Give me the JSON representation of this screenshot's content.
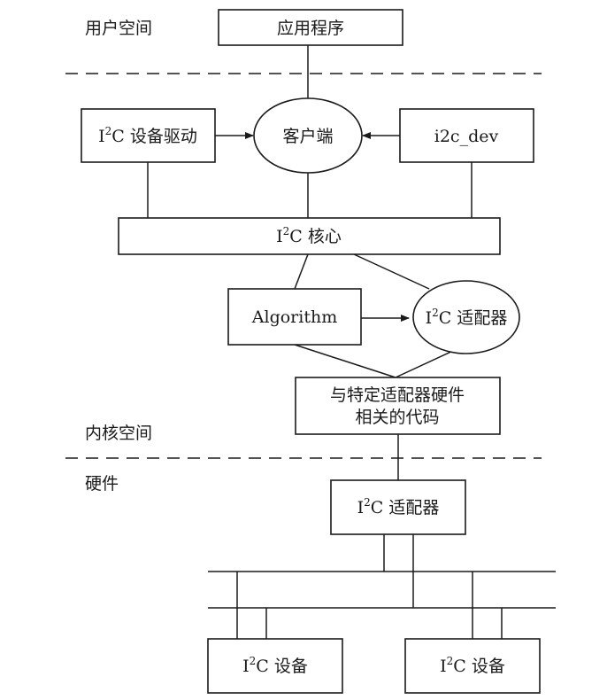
{
  "zones": {
    "user_space": "用户空间",
    "kernel_space": "内核空间",
    "hardware": "硬件"
  },
  "nodes": {
    "application": "应用程序",
    "i2c_driver": {
      "prefix": "I",
      "sup": "2",
      "rest": "C 设备驱动"
    },
    "client": "客户端",
    "i2c_dev": "i2c_dev",
    "i2c_core": {
      "prefix": "I",
      "sup": "2",
      "rest": "C 核心"
    },
    "algorithm": "Algorithm",
    "i2c_adapter_kernel": {
      "prefix": "I",
      "sup": "2",
      "rest": "C 适配器"
    },
    "hw_specific_code": {
      "line1": "与特定适配器硬件",
      "line2": "相关的代码"
    },
    "i2c_adapter_hw": {
      "prefix": "I",
      "sup": "2",
      "rest": "C 适配器"
    },
    "i2c_device_1": {
      "prefix": "I",
      "sup": "2",
      "rest": "C 设备"
    },
    "i2c_device_2": {
      "prefix": "I",
      "sup": "2",
      "rest": "C 设备"
    }
  },
  "colors": {
    "stroke": "#1a1a1a",
    "background": "#ffffff"
  }
}
